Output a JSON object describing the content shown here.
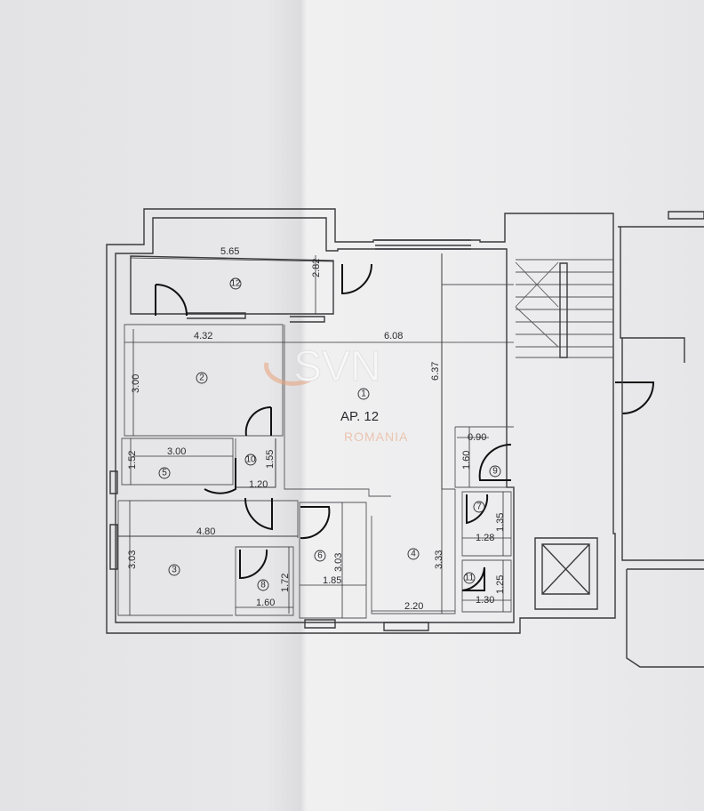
{
  "plan": {
    "title": "AP. 12",
    "watermark": {
      "brand": "SVN",
      "country": "ROMANIA",
      "color": "#e8a27a"
    },
    "rooms": [
      "1",
      "2",
      "3",
      "4",
      "5",
      "6",
      "7",
      "8",
      "9",
      "10",
      "11",
      "12"
    ],
    "dimensions": {
      "r12_width": "5.65",
      "r12_depth": "2.82",
      "r2_width": "4.32",
      "r1_width": "6.08",
      "r2_depth": "3.00",
      "r1_depth": "6.37",
      "r5_width": "3.00",
      "r5_depth": "1.52",
      "r10_depth": "1.55",
      "r10_width": "1.20",
      "r3_width": "4.80",
      "r3_depth": "3.03",
      "r8_depth": "1.72",
      "r8_width": "1.60",
      "r6_depth": "3.03",
      "r6_width": "1.85",
      "r4_depth": "3.33",
      "r4_width": "2.20",
      "r9_width": "0.90",
      "r9_depth": "1.60",
      "r7_depth": "1.35",
      "r7_width": "1.28",
      "r11_depth": "1.25",
      "r11_width": "1.30"
    }
  }
}
